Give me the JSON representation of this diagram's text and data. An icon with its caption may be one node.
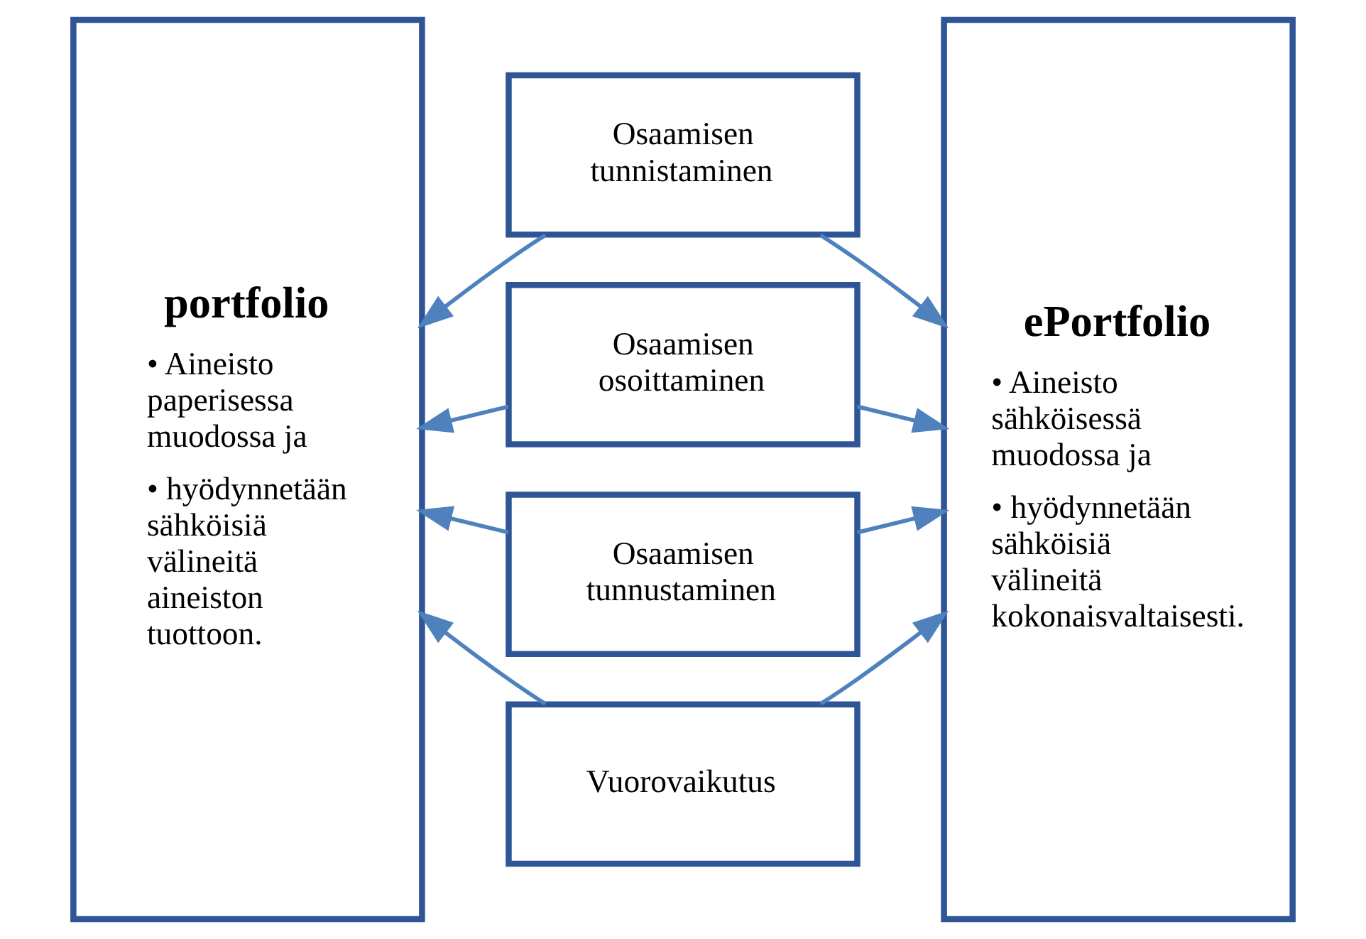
{
  "diagram": {
    "nodes": [
      {
        "text": [
          "portfolio",
          "• Aineisto paperisessa muodossa ja",
          "• hyödynnetään sähköisiä välineitä aineiston tuottoon."
        ]
      },
      {
        "text": [
          "Osaamisen tunnistaminen"
        ]
      },
      {
        "text": [
          "Osaamisen osoittaminen"
        ]
      },
      {
        "text": [
          "Osaamisen tunnustaminen"
        ]
      },
      {
        "text": [
          "Vuorovaikutus"
        ]
      },
      {
        "text": [
          "ePortfolio",
          "• Aineisto sähköisessä muodossa ja",
          "• hyödynnetään sähköisiä välineitä kokonaisvaltaisesti."
        ]
      }
    ],
    "edges": [
      {
        "from": 1,
        "to": 0,
        "arrow": "to"
      },
      {
        "from": 1,
        "to": 5,
        "arrow": "to"
      },
      {
        "from": 2,
        "to": 0,
        "arrow": "to"
      },
      {
        "from": 2,
        "to": 5,
        "arrow": "to"
      },
      {
        "from": 3,
        "to": 0,
        "arrow": "to"
      },
      {
        "from": 3,
        "to": 5,
        "arrow": "to"
      },
      {
        "from": 4,
        "to": 0,
        "arrow": "to"
      },
      {
        "from": 4,
        "to": 5,
        "arrow": "to"
      }
    ]
  }
}
